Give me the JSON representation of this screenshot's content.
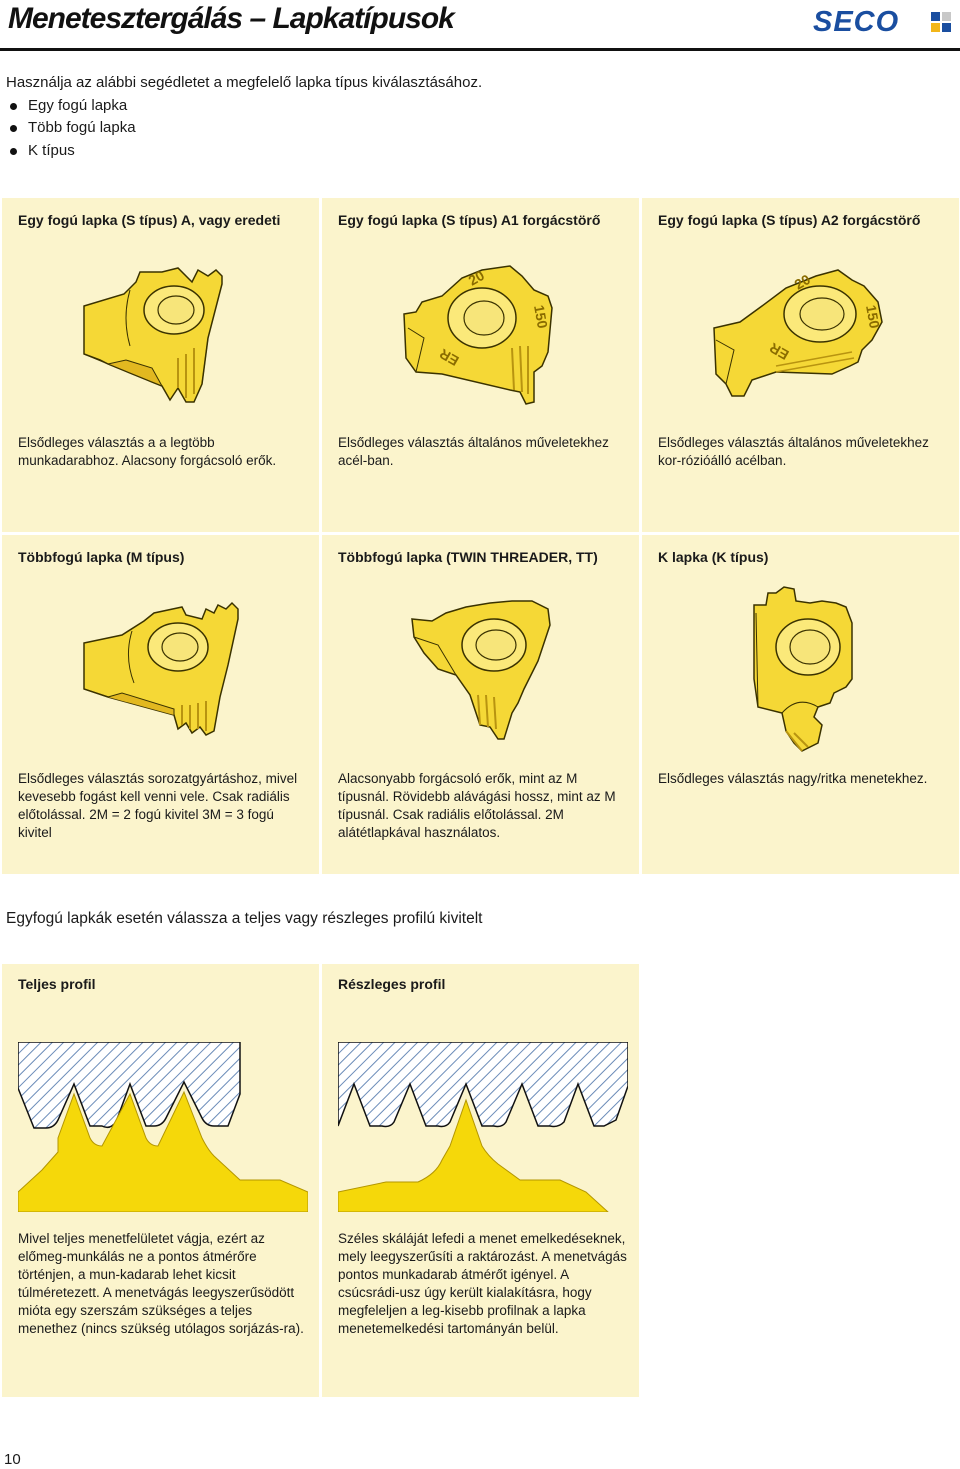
{
  "header": {
    "title": "Menetesztergálás – Lapkatípusok",
    "logo_text": "SECO",
    "logo_colors": [
      "#1a4ea0",
      "#f2b619",
      "#c8c8c8",
      "#1a4ea0"
    ]
  },
  "intro": {
    "text": "Használja az alábbi segédletet a megfelelő lapka típus kiválasztásához.",
    "bullets": [
      "Egy fogú lapka",
      "Több fogú lapka",
      "K típus"
    ]
  },
  "inserts": [
    {
      "title": "Egy fogú lapka (S típus) A, vagy eredeti",
      "icon": "single-tooth-insert-icon",
      "description": "Elsődleges választás a a legtöbb munkadarabhoz. Alacsony forgácsoló erők."
    },
    {
      "title": "Egy fogú lapka (S típus) A1 forgácstörő",
      "icon": "a1-chipbreaker-insert-icon",
      "description": "Elsődleges választás általános műveletekhez acél-ban.",
      "marks": [
        "20",
        "150",
        "ER"
      ]
    },
    {
      "title": "Egy fogú lapka (S típus) A2 forgácstörő",
      "icon": "a2-chipbreaker-insert-icon",
      "description": "Elsődleges választás általános műveletekhez kor-rózióálló acélban.",
      "marks": [
        "20",
        "150",
        "ER"
      ]
    },
    {
      "title": "Többfogú lapka (M típus)",
      "icon": "multi-tooth-insert-icon",
      "description": "Elsődleges választás sorozatgyártáshoz, mivel kevesebb fogást kell venni vele. Csak radiális előtolással. 2M = 2 fogú kivitel 3M = 3 fogú kivitel"
    },
    {
      "title": "Többfogú lapka (TWIN THREADER, TT)",
      "icon": "twin-threader-insert-icon",
      "description": "Alacsonyabb forgácsoló erők, mint az M típusnál. Rövidebb alávágási hossz, mint az M típusnál. Csak radiális előtolással. 2M alátétlapkával használatos."
    },
    {
      "title": "K lapka (K típus)",
      "icon": "k-type-insert-icon",
      "description": "Elsődleges választás nagy/ritka menetekhez."
    }
  ],
  "profile_intro": "Egyfogú lapkák esetén válassza a teljes vagy részleges profilú kivitelt",
  "profiles": [
    {
      "title": "Teljes profil",
      "icon": "full-profile-diagram-icon",
      "description": "Mivel teljes menetfelületet vágja, ezért az előmeg-munkálás ne a pontos átmérőre történjen, a mun-kadarab lehet kicsit túlméretezett. A menetvágás leegyszerűsödött mióta egy szerszám szükséges a teljes menethez (nincs szükség utólagos sorjázás-ra)."
    },
    {
      "title": "Részleges profil",
      "icon": "partial-profile-diagram-icon",
      "description": "Széles skáláját lefedi a menet emelkedéseknek, mely leegyszerűsíti a raktározást. A menetvágás pontos munkadarab átmérőt igényel. A csúcsrádi-usz úgy került kialakításra, hogy megfeleljen a leg-kisebb profilnak a lapka menetemelkedési tartományán belül."
    }
  ],
  "page_number": "10"
}
